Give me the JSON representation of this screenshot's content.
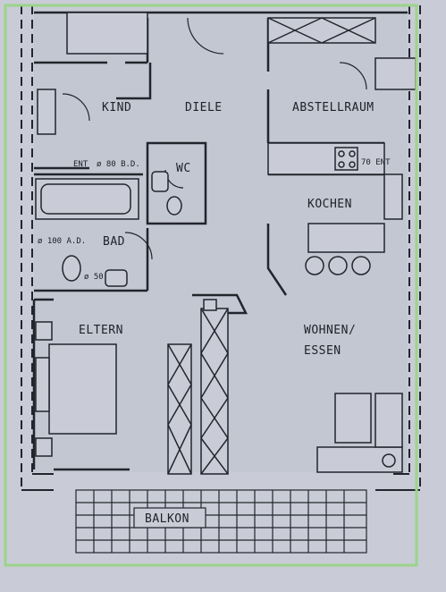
{
  "colors": {
    "paper": "#c9ccd6",
    "room_fill": "#b9bdca",
    "wall": "#23252d",
    "frame": "#9bd48a"
  },
  "rooms": {
    "kind": "KIND",
    "diele": "DIELE",
    "abstellraum": "ABSTELLRAUM",
    "wc": "WC",
    "kochen": "KOCHEN",
    "bad": "BAD",
    "eltern": "ELTERN",
    "wohnen_line1": "WOHNEN/",
    "wohnen_line2": "ESSEN",
    "balkon": "BALKON"
  },
  "annotations": {
    "ent": "ENT",
    "bd_size": "ø 80 B.D.",
    "ab_size": "70 ENT",
    "ad_size": "ø 100 A.D.",
    "bd_small": "ø 50"
  }
}
